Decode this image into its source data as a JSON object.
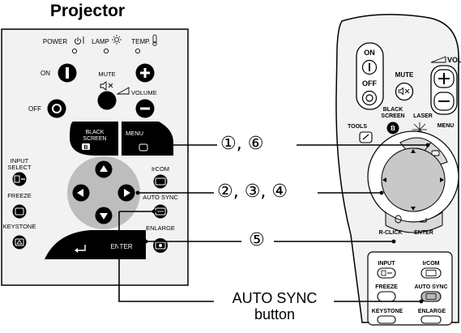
{
  "title": "Projector",
  "projector_panel": {
    "indicators": {
      "power": "POWER",
      "lamp": "LAMP",
      "temp": "TEMP."
    },
    "on_label": "ON",
    "off_label": "OFF",
    "mute_label": "MUTE",
    "volume_label": "VOLUME",
    "black_screen_label_1": "BLACK",
    "black_screen_label_2": "SCREEN",
    "black_screen_key": "B",
    "menu_label": "MENU",
    "input_select_label_1": "INPUT",
    "input_select_label_2": "SELECT",
    "ircom_label": "IrCOM",
    "freeze_label": "FREEZE",
    "auto_sync_label": "AUTO SYNC",
    "keystone_label": "KEYSTONE",
    "enlarge_label": "ENLARGE",
    "enter_label": "ENTER"
  },
  "remote": {
    "on_label": "ON",
    "off_label": "OFF",
    "mute_label": "MUTE",
    "vol_label": "VOL",
    "black_screen_label_1": "BLACK",
    "black_screen_label_2": "SCREEN",
    "black_screen_key": "B",
    "tools_label": "TOOLS",
    "laser_label": "LASER",
    "menu_label": "MENU",
    "rclick_label": "R-CLICK",
    "enter_label": "ENTER",
    "input_label": "INPUT",
    "ircom_label": "IrCOM",
    "freeze_label": "FREEZE",
    "auto_sync_label": "AUTO SYNC",
    "keystone_label": "KEYSTONE",
    "enlarge_label": "ENLARGE"
  },
  "callouts": {
    "step_1_6": "①, ⑥",
    "step_2_3_4": "②, ③, ④",
    "step_5": "⑤"
  },
  "auto_sync_button_label_1": "AUTO SYNC",
  "auto_sync_button_label_2": "button"
}
